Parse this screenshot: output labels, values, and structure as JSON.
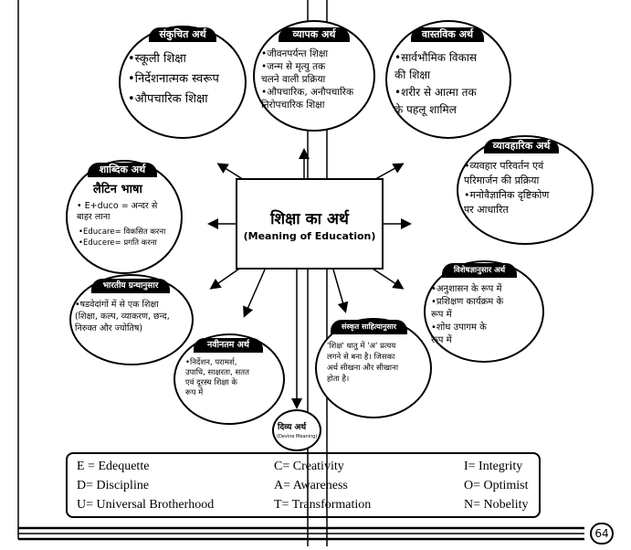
{
  "center": {
    "title": "शिक्षा का अर्थ",
    "subtitle": "(Meaning of Education)"
  },
  "circles": {
    "sankuchit": {
      "label": "संकुचित अर्थ",
      "items": [
        "•स्कूली शिक्षा",
        "•निर्देशनात्मक स्वरूप",
        "•औपचारिक शिक्षा"
      ]
    },
    "vyapak": {
      "label": "व्यापक अर्थ",
      "items": [
        "•जीवनपर्यन्त शिक्षा",
        "•जन्म से मृत्यु तक",
        " चलने वाली प्रक्रिया",
        "•औपचारिक, अनौपचारिक",
        " निरोपचारिक शिक्षा"
      ]
    },
    "vastavik": {
      "label": "वास्तविक अर्थ",
      "items": [
        "•सार्वभौमिक विकास",
        " की शिक्षा",
        "•शरीर से आत्मा तक",
        " के पहलू शामिल"
      ]
    },
    "vyavaharik": {
      "label": "व्यावहारिक अर्थ",
      "items": [
        "•व्यवहार परिवर्तन एवं",
        " परिमार्जन की प्रक्रिया",
        "•मनोवैज्ञानिक दृष्टिकोण",
        " पर आधारित"
      ]
    },
    "shabdik": {
      "label": "शाब्दिक अर्थ",
      "heading": "लैटिन भाषा",
      "items": [
        "• E+duco = अन्दर से",
        "  बाहर लाना",
        "•Educare= विकसित करना",
        "•Educere= प्रगति करना"
      ]
    },
    "bhartiya": {
      "label": "भारतीय ग्रन्थानुसार",
      "items": [
        "•षडवेदांगों में से एक शिक्षा",
        "(शिक्षा, कल्प, व्याकरण, छन्द,",
        "निरुक्त और ज्योतिष)"
      ]
    },
    "vishesh": {
      "label": "विशेषज्ञानुसार अर्थ",
      "items": [
        "•अनुशासन के रूप में",
        "•प्रशिक्षण कार्यक्रम के",
        " रूप में",
        "•शोध उपागम के",
        " रूप में"
      ]
    },
    "naveenatam": {
      "label": "नवीनतम अर्थ",
      "items": [
        "•निर्देशन, परामर्श,",
        " उपाधि, साक्षरता, सतत",
        " एवं दूरस्थ शिक्षा के",
        " रूप में"
      ]
    },
    "sanskrit": {
      "label": "संस्कृत साहित्यानुसार",
      "items": [
        "'शिक्ष' धातु में 'अ' प्रत्यय",
        "लगने से बना है। जिसका",
        "अर्थ सीखना और सीखाना",
        "होता है।"
      ]
    },
    "divya": {
      "label": "दिव्य अर्थ",
      "sub": "(Devine Meaning)"
    }
  },
  "legend": {
    "col1": [
      "E = Edequette",
      "D= Discipline",
      "U= Universal Brotherhood"
    ],
    "col2": [
      "C= Creativity",
      "A= Awareness",
      "T= Transformation"
    ],
    "col3": [
      "I= Integrity",
      "O= Optimist",
      "N= Nobelity"
    ]
  },
  "page_number": "64"
}
